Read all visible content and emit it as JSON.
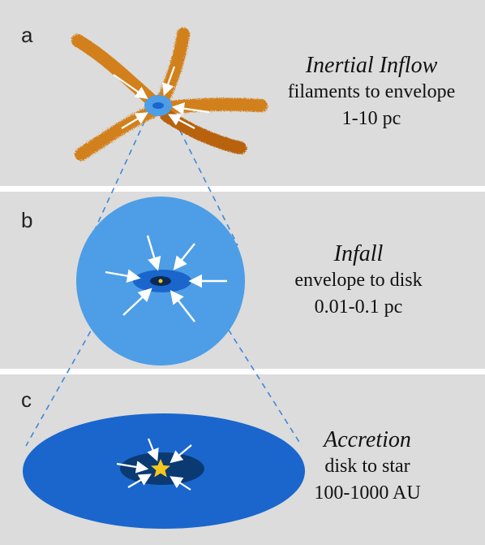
{
  "panels": [
    {
      "letter": "a",
      "title": "Inertial Inflow",
      "line1": "filaments to envelope",
      "line2": "1-10 pc"
    },
    {
      "letter": "b",
      "title": "Infall",
      "line1": "envelope to disk",
      "line2": "0.01-0.1 pc"
    },
    {
      "letter": "c",
      "title": "Accretion",
      "line1": "disk to star",
      "line2": "100-1000 AU"
    }
  ],
  "colors": {
    "panel_bg": "#dcdcdc",
    "filament": "#d2801a",
    "envelope": "#4d9ee6",
    "disk_light": "#1a66cc",
    "disk_dark": "#0b3a73",
    "core": "#0a2a55",
    "star": "#f5c61d",
    "arrow": "#ffffff",
    "dashed_line": "#3f88d9"
  }
}
